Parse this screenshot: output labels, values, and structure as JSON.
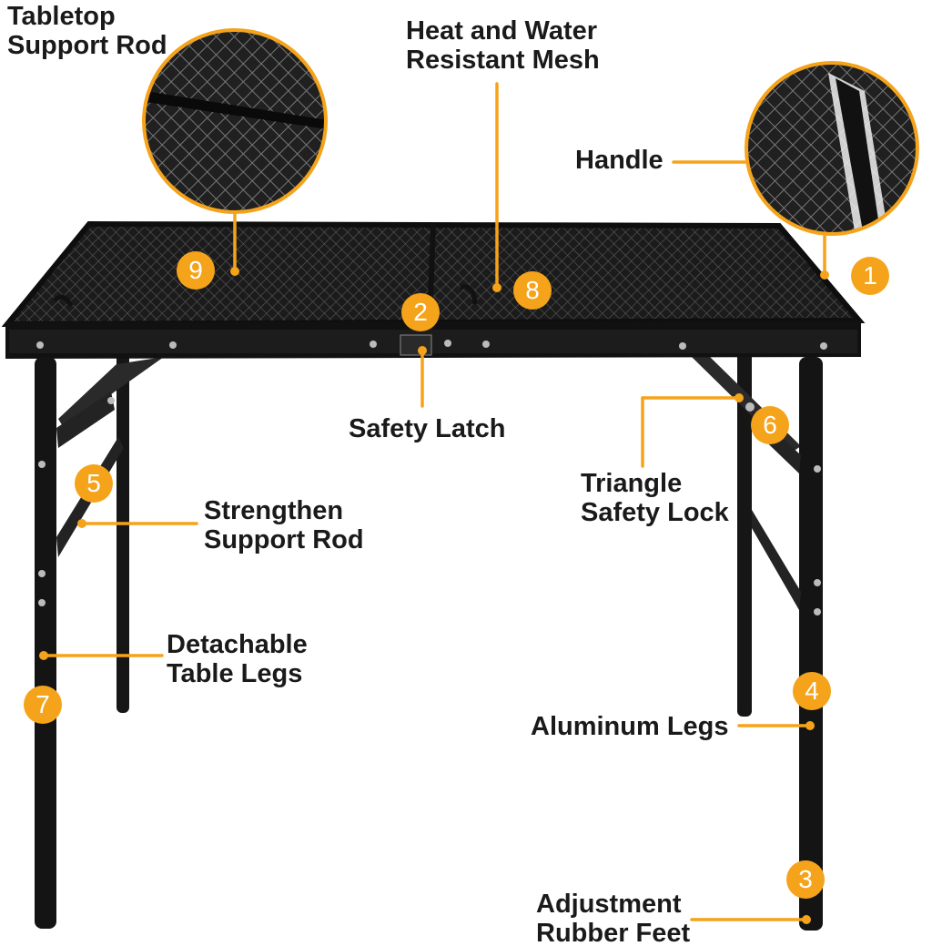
{
  "accent_color": "#f5a31a",
  "callouts": [
    {
      "number": "1",
      "label": "Handle"
    },
    {
      "number": "2",
      "label": "Safety Latch"
    },
    {
      "number": "3",
      "label": "Adjustment\nRubber Feet"
    },
    {
      "number": "4",
      "label": "Aluminum Legs"
    },
    {
      "number": "5",
      "label": "Strengthen\nSupport Rod"
    },
    {
      "number": "6",
      "label": "Triangle\nSafety Lock"
    },
    {
      "number": "7",
      "label": "Detachable\nTable Legs"
    },
    {
      "number": "8",
      "label": "Heat and Water\nResistant Mesh"
    },
    {
      "number": "9",
      "label": "Tabletop\nSupport Rod"
    }
  ]
}
